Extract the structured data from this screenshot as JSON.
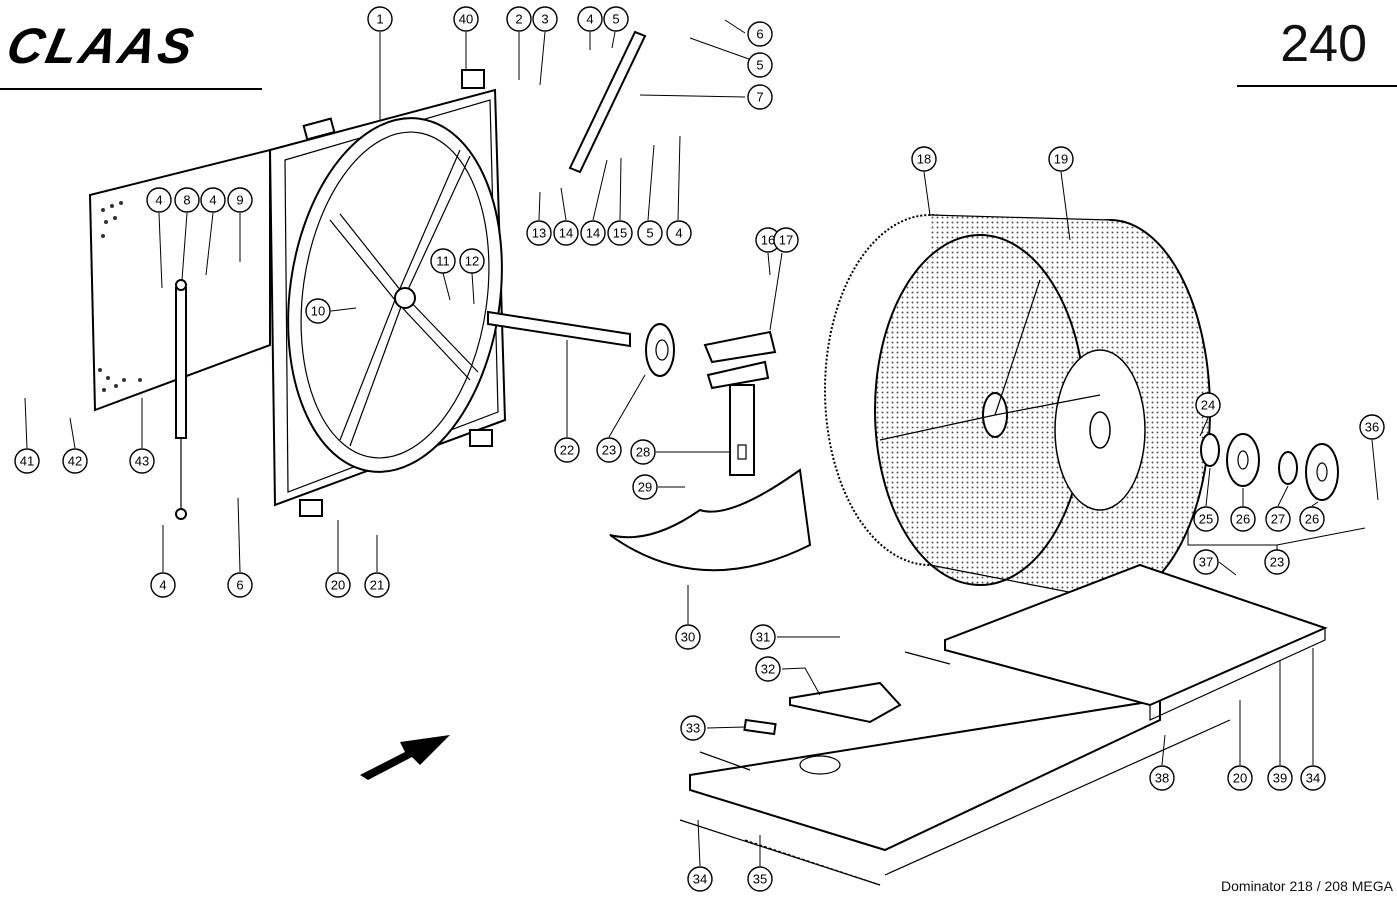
{
  "header": {
    "brand": "CLAAS",
    "page_number": "240"
  },
  "footer": {
    "model": "Dominator 218 / 208 MEGA"
  },
  "callouts": [
    {
      "id": "c1",
      "label": "1"
    },
    {
      "id": "c40",
      "label": "40"
    },
    {
      "id": "c2",
      "label": "2"
    },
    {
      "id": "c3",
      "label": "3"
    },
    {
      "id": "c4a",
      "label": "4"
    },
    {
      "id": "c5a",
      "label": "5"
    },
    {
      "id": "c6a",
      "label": "6"
    },
    {
      "id": "c5b",
      "label": "5"
    },
    {
      "id": "c7",
      "label": "7"
    },
    {
      "id": "c4b",
      "label": "4"
    },
    {
      "id": "c8",
      "label": "8"
    },
    {
      "id": "c4c",
      "label": "4"
    },
    {
      "id": "c9",
      "label": "9"
    },
    {
      "id": "c13",
      "label": "13"
    },
    {
      "id": "c14a",
      "label": "14"
    },
    {
      "id": "c14b",
      "label": "14"
    },
    {
      "id": "c15",
      "label": "15"
    },
    {
      "id": "c5c",
      "label": "5"
    },
    {
      "id": "c4d",
      "label": "4"
    },
    {
      "id": "c11",
      "label": "11"
    },
    {
      "id": "c12",
      "label": "12"
    },
    {
      "id": "c10",
      "label": "10"
    },
    {
      "id": "c16",
      "label": "16"
    },
    {
      "id": "c17",
      "label": "17"
    },
    {
      "id": "c18",
      "label": "18"
    },
    {
      "id": "c19",
      "label": "19"
    },
    {
      "id": "c41",
      "label": "41"
    },
    {
      "id": "c42",
      "label": "42"
    },
    {
      "id": "c43",
      "label": "43"
    },
    {
      "id": "c22",
      "label": "22"
    },
    {
      "id": "c23a",
      "label": "23"
    },
    {
      "id": "c28",
      "label": "28"
    },
    {
      "id": "c29",
      "label": "29"
    },
    {
      "id": "c24",
      "label": "24"
    },
    {
      "id": "c36",
      "label": "36"
    },
    {
      "id": "c25",
      "label": "25"
    },
    {
      "id": "c26a",
      "label": "26"
    },
    {
      "id": "c27",
      "label": "27"
    },
    {
      "id": "c26b",
      "label": "26"
    },
    {
      "id": "c23b",
      "label": "23"
    },
    {
      "id": "c37",
      "label": "37"
    },
    {
      "id": "c4e",
      "label": "4"
    },
    {
      "id": "c6b",
      "label": "6"
    },
    {
      "id": "c20a",
      "label": "20"
    },
    {
      "id": "c21",
      "label": "21"
    },
    {
      "id": "c30",
      "label": "30"
    },
    {
      "id": "c31",
      "label": "31"
    },
    {
      "id": "c32",
      "label": "32"
    },
    {
      "id": "c33",
      "label": "33"
    },
    {
      "id": "c38",
      "label": "38"
    },
    {
      "id": "c20b",
      "label": "20"
    },
    {
      "id": "c39",
      "label": "39"
    },
    {
      "id": "c34a",
      "label": "34"
    },
    {
      "id": "c34b",
      "label": "34"
    },
    {
      "id": "c35",
      "label": "35"
    }
  ]
}
